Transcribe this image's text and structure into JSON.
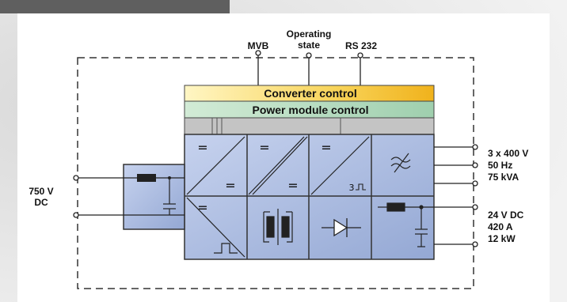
{
  "diagram": {
    "top_inputs": {
      "mvb": "MVB",
      "operating_line1": "Operating",
      "operating_line2": "state",
      "rs232": "RS 232"
    },
    "control": {
      "converter_control": "Converter control",
      "power_module_control": "Power module control"
    },
    "dc_input": {
      "voltage": "750 V",
      "type": "DC"
    },
    "ac_output": {
      "line1": "3 x 400 V",
      "line2": "50 Hz",
      "line3": "75 kVA"
    },
    "dc_output": {
      "line1": "24 V DC",
      "line2": "420 A",
      "line3": "12 kW"
    },
    "symbols": {
      "dc": "=",
      "three_phase": "3"
    },
    "colors": {
      "converter_control": "#f5c63a",
      "power_module_control": "#a6d3b4",
      "module_fill": "#a9b9dd",
      "bus_bar": "#c4c4c4"
    }
  }
}
